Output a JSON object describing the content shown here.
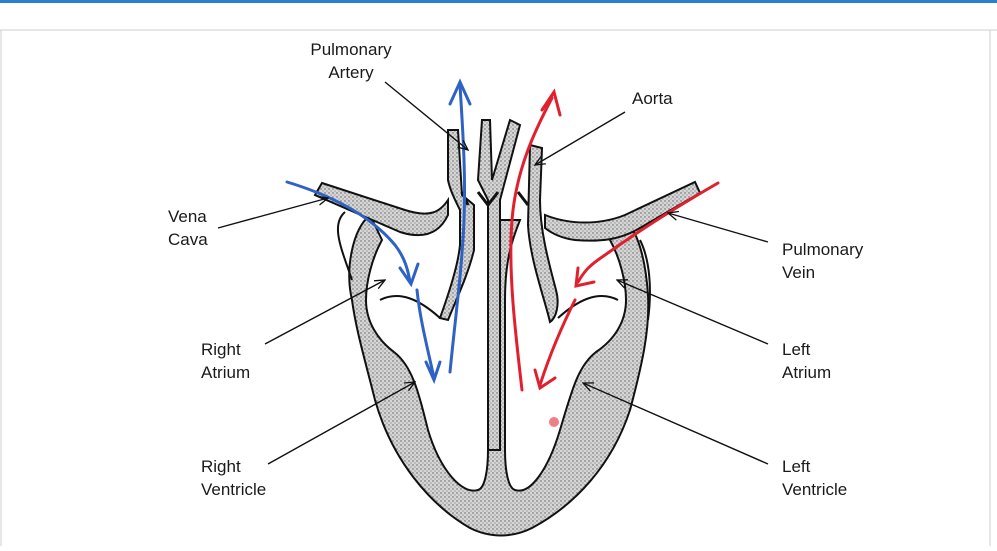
{
  "diagram": {
    "labels": {
      "pulmonary_artery": [
        "Pulmonary",
        "Artery"
      ],
      "aorta": [
        "Aorta"
      ],
      "vena_cava": [
        "Vena",
        "Cava"
      ],
      "pulmonary_vein": [
        "Pulmonary",
        "Vein"
      ],
      "right_atrium": [
        "Right",
        "Atrium"
      ],
      "left_atrium": [
        "Left",
        "Atrium"
      ],
      "right_ventricle": [
        "Right",
        "Ventricle"
      ],
      "left_ventricle": [
        "Left",
        "Ventricle"
      ]
    },
    "colors": {
      "deoxygenated_flow": "#2e62c4",
      "oxygenated_flow": "#e0202e",
      "title_strip": "#2a7fd0",
      "wall_fill": "#bdbdbd",
      "outline": "#111111"
    }
  }
}
